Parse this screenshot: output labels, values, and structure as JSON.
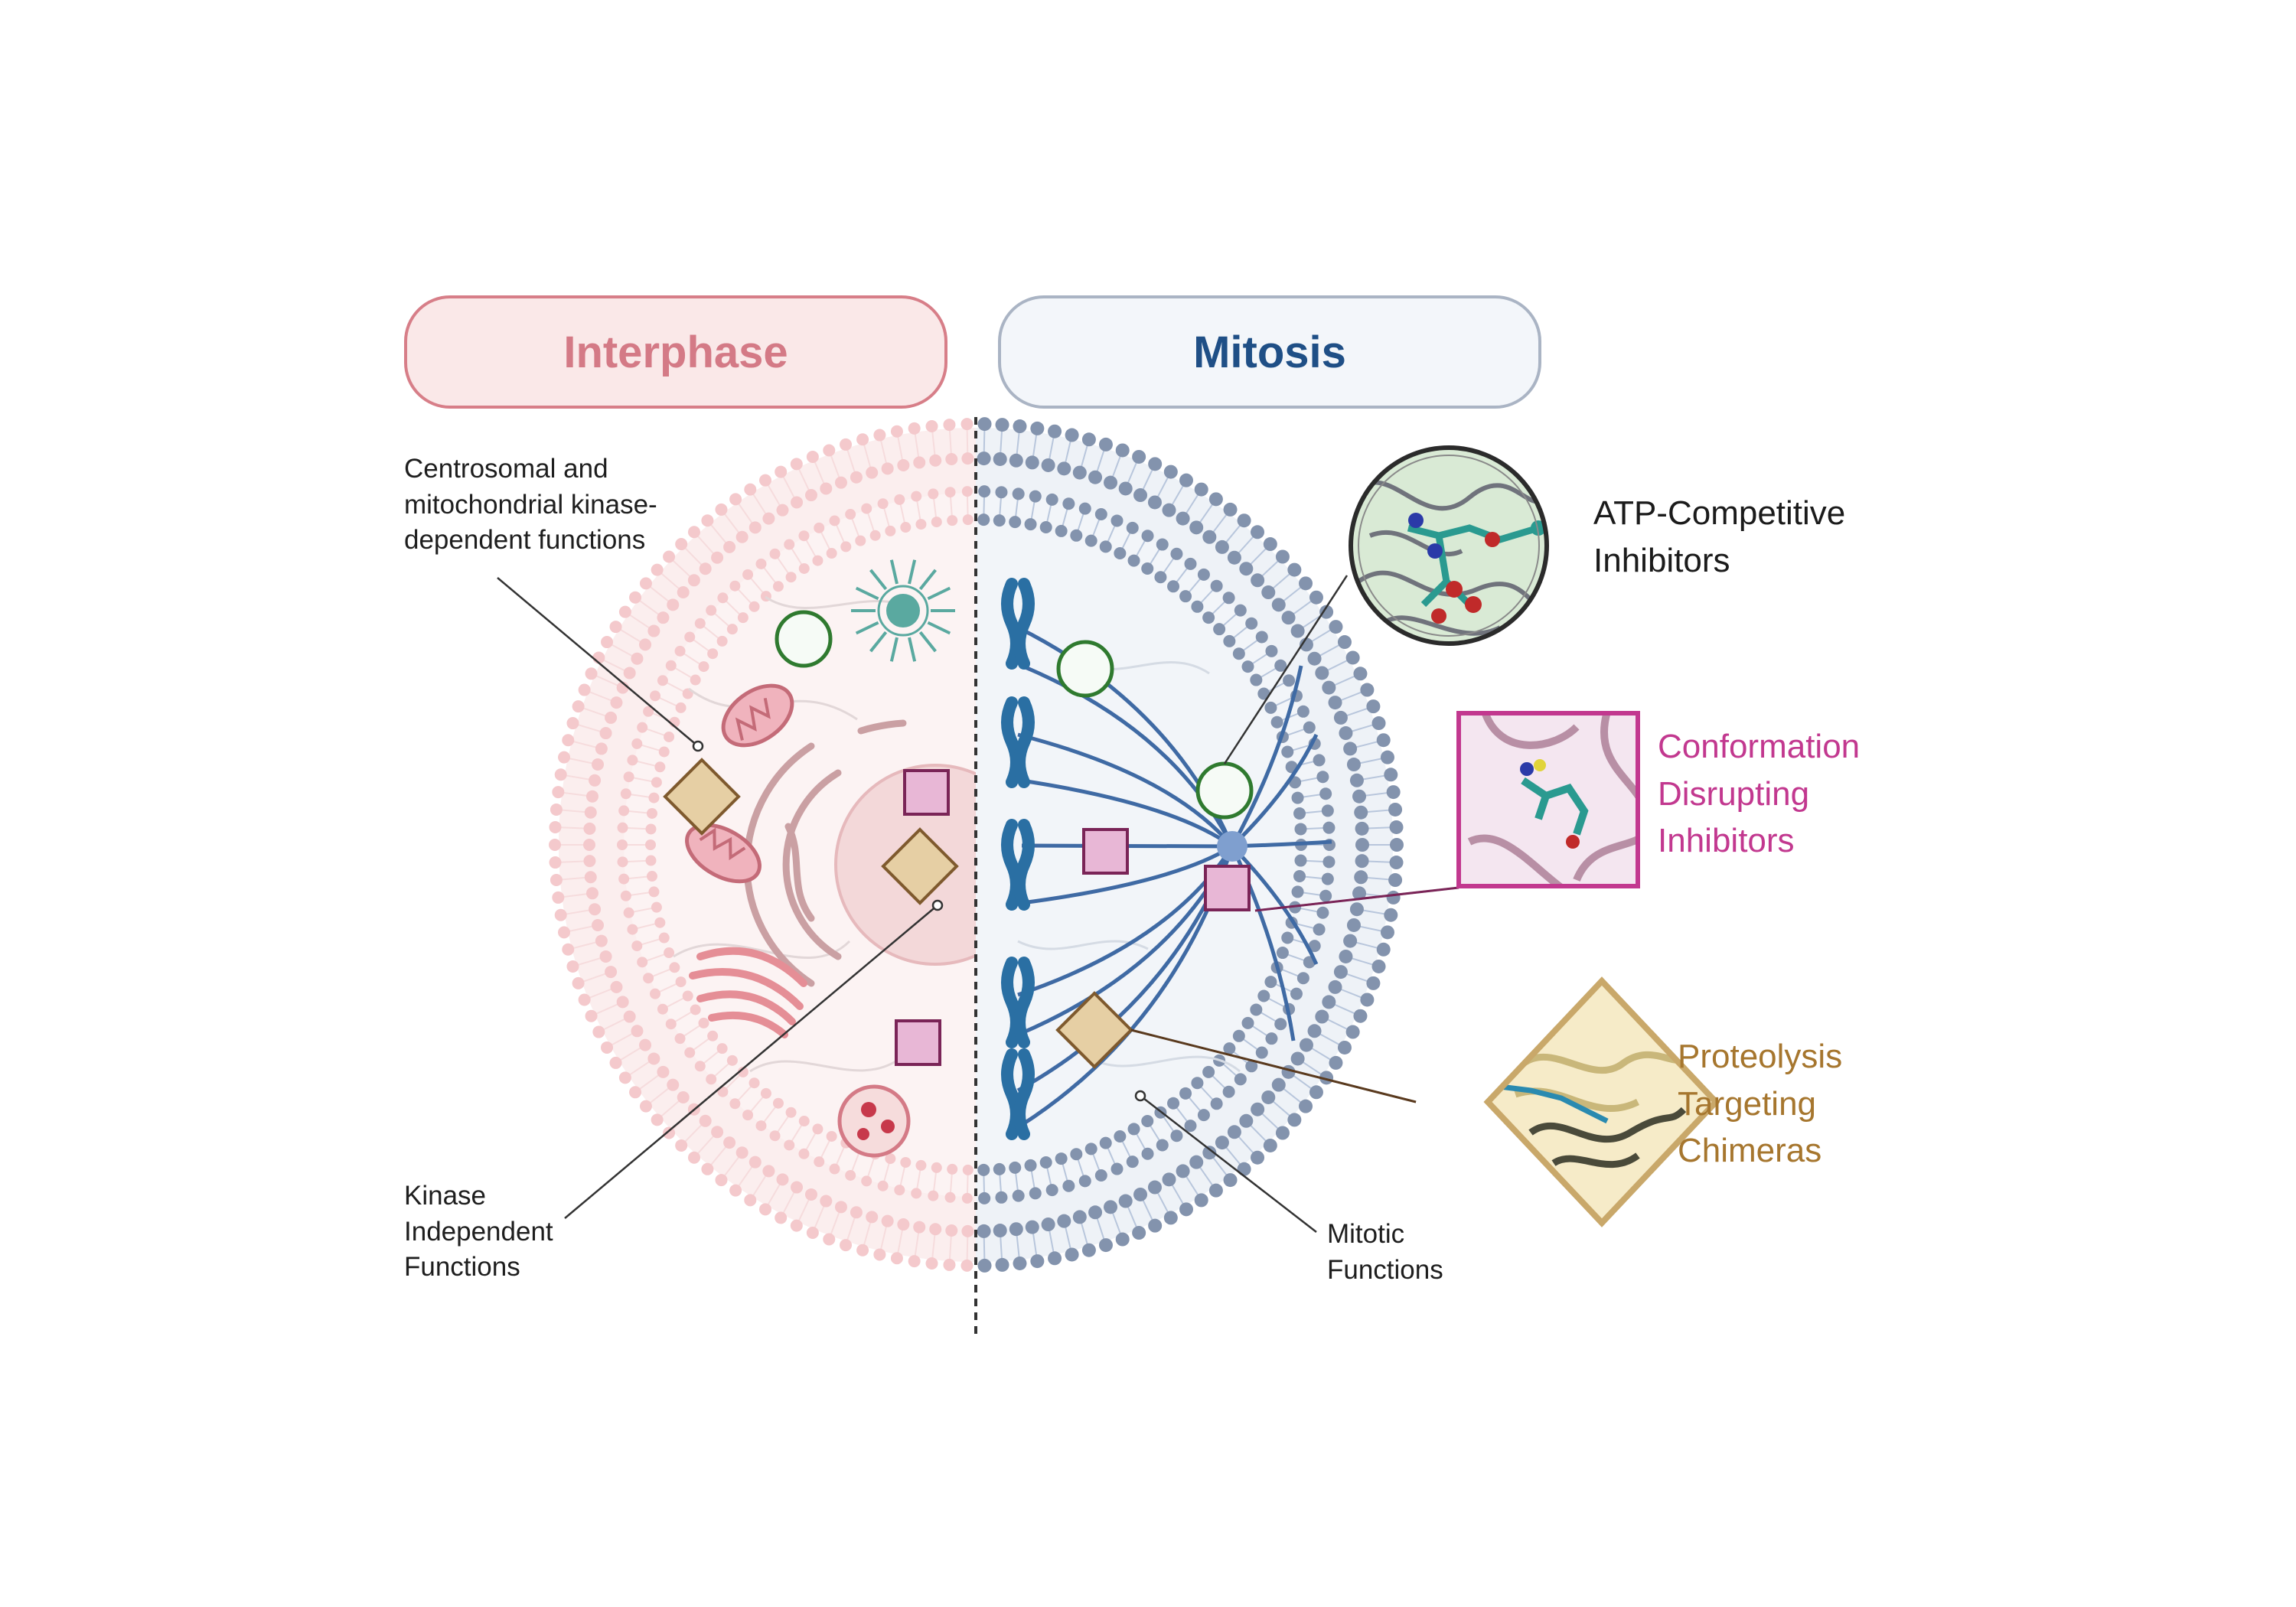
{
  "header": {
    "interphase": "Interphase",
    "mitosis": "Mitosis"
  },
  "labels": {
    "centrosomal": "Centrosomal and\nmitochondrial kinase-\ndependent functions",
    "kinase_independent": "Kinase\nIndependent\nFunctions",
    "mitotic": "Mitotic\nFunctions",
    "atp": "ATP-Competitive\nInhibitors",
    "cdi": "Conformation\nDisrupting\nInhibitors",
    "ptc": "Proteolysis\nTargeting\nChimeras"
  },
  "colors": {
    "interphase_accent": "#d47a86",
    "mitosis_accent": "#1f4f86",
    "atp_circle": "#2f7a2f",
    "cdi_square": "#c2388f",
    "ptc_diamond": "#a6762e",
    "chromosome": "#2a6fa3",
    "membrane_pink": "#f4c9cc",
    "membrane_blue": "#8393ad"
  },
  "icons": {
    "open_circle": "green-circle-icon",
    "square": "pink-square-icon",
    "diamond": "tan-diamond-icon",
    "chromosome": "chromosome-icon",
    "mitochondria": "mitochondria-icon",
    "golgi": "golgi-icon",
    "centrosome": "centrosome-icon",
    "lysosome": "lysosome-icon"
  }
}
